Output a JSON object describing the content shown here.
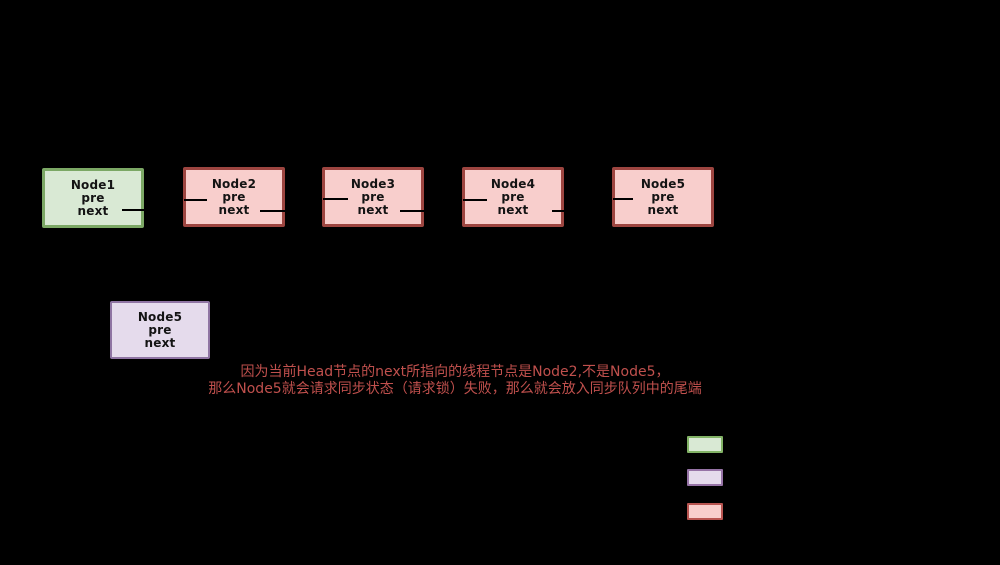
{
  "diagram": {
    "background": "#000000",
    "nodes": [
      {
        "title": "Node1",
        "fields": [
          "pre",
          "next"
        ],
        "role": "head-node",
        "fill": "#d9e9d4",
        "border": "#7ca865"
      },
      {
        "title": "Node2",
        "fields": [
          "pre",
          "next"
        ],
        "role": "queued-node",
        "fill": "#f8cecc",
        "border": "#9d4540"
      },
      {
        "title": "Node3",
        "fields": [
          "pre",
          "next"
        ],
        "role": "queued-node",
        "fill": "#f8cecc",
        "border": "#9d4540"
      },
      {
        "title": "Node4",
        "fields": [
          "pre",
          "next"
        ],
        "role": "queued-node",
        "fill": "#f8cecc",
        "border": "#9d4540"
      },
      {
        "title": "Node5",
        "fields": [
          "pre",
          "next"
        ],
        "role": "queued-node",
        "fill": "#f8cecc",
        "border": "#9d4540"
      },
      {
        "title": "Node5",
        "fields": [
          "pre",
          "next"
        ],
        "role": "new-node",
        "fill": "#e5dbec",
        "border": "#8f74a3"
      }
    ],
    "connector_color": "#000000",
    "annotation": {
      "color": "#c0504d",
      "lines": [
        "因为当前Head节点的next所指向的线程节点是Node2,不是Node5，",
        "那么Node5就会请求同步状态（请求锁）失败，那么就会放入同步队列中的尾端"
      ]
    },
    "legend": [
      {
        "name": "green-swatch",
        "fill": "#d9e9d4",
        "border": "#82b366"
      },
      {
        "name": "purple-swatch",
        "fill": "#e5dbec",
        "border": "#9673a6"
      },
      {
        "name": "pink-swatch",
        "fill": "#f8cecc",
        "border": "#b85450"
      }
    ]
  }
}
